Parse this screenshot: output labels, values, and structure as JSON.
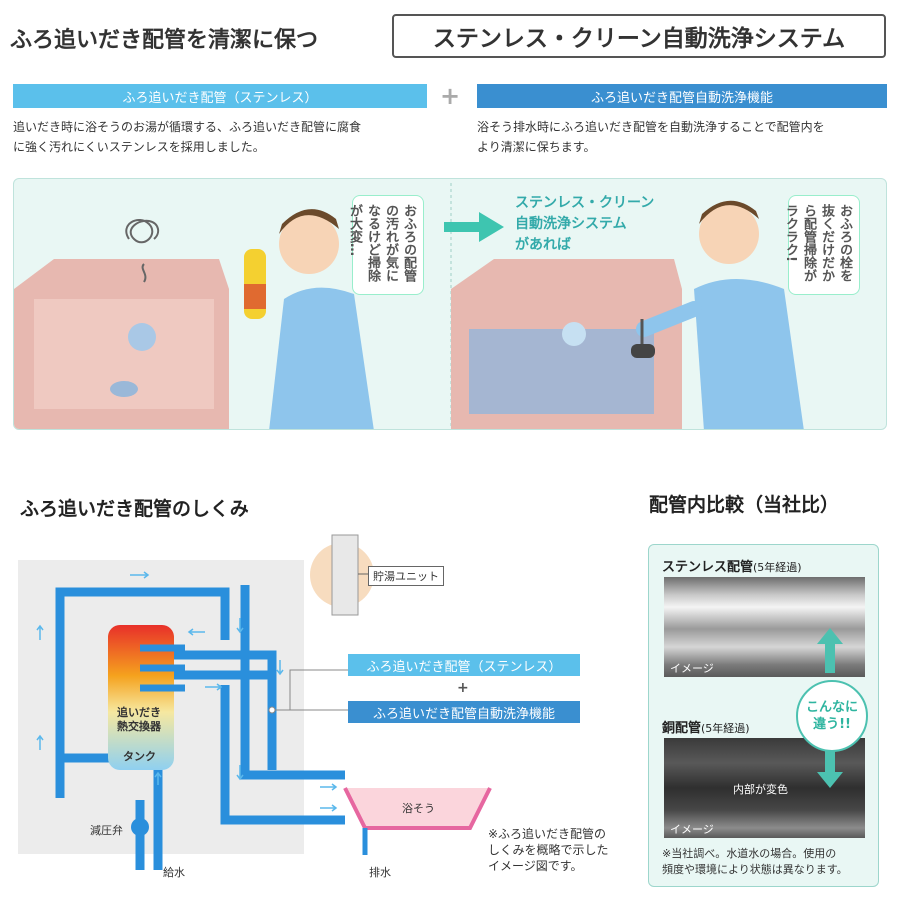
{
  "header": {
    "title_left": "ふろ追いだき配管を清潔に保つ",
    "title_box": "ステンレス・クリーン自動洗浄システム"
  },
  "features": {
    "left": {
      "label": "ふろ追いだき配管（ステンレス）",
      "desc_lines": [
        "追いだき時に浴そうのお湯が循環する、ふろ追いだき配管に腐食",
        "に強く汚れにくいステンレスを採用しました。"
      ]
    },
    "plus": "+",
    "right": {
      "label": "ふろ追いだき配管自動洗浄機能",
      "desc_lines": [
        "浴そう排水時にふろ追いだき配管を自動洗浄することで配管内を",
        "より清潔に保ちます。"
      ]
    }
  },
  "illustration": {
    "bubble_left": "おふろの配管の汚れが気になるけど掃除が大変…",
    "callout_lines": [
      "ステンレス・クリーン",
      "自動洗浄システム",
      "があれば"
    ],
    "bubble_right": "おふろの栓を抜くだけだから配管掃除がラクラク!"
  },
  "mechanism": {
    "title": "ふろ追いだき配管のしくみ",
    "storage_unit": "貯湯ユニット",
    "heat_exchanger_lines": [
      "追いだき",
      "熱交換器"
    ],
    "tank": "タンク",
    "pressure_valve": "減圧弁",
    "water_supply": "給水",
    "bathtub": "浴そう",
    "drain": "排水",
    "label1": "ふろ追いだき配管（ステンレス）",
    "label_plus": "+",
    "label2": "ふろ追いだき配管自動洗浄機能",
    "note_lines": [
      "※ふろ追いだき配管の",
      "しくみを概略で示した",
      "イメージ図です。"
    ]
  },
  "comparison": {
    "title": "配管内比較（当社比）",
    "stainless": "ステンレス配管",
    "stainless_sub": "(5年経過)",
    "image_label": "イメージ",
    "copper": "銅配管",
    "copper_sub": "(5年経過)",
    "discolor": "内部が変色",
    "bubble_lines": [
      "こんなに",
      "違う!!"
    ],
    "note_lines": [
      "※当社調べ。水道水の場合。使用の",
      "頻度や環境により状態は異なります。"
    ]
  },
  "colors": {
    "light_blue": "#5bc0eb",
    "blue": "#3a8fd0",
    "mint": "#e9f7f4",
    "pipe": "#2a8fdc",
    "accent_green": "#2fb5a0"
  }
}
